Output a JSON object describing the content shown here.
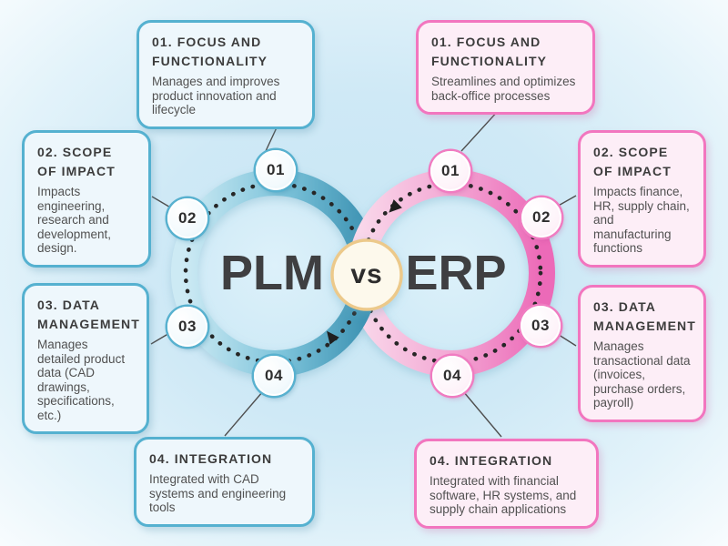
{
  "center": {
    "left_title": "PLM",
    "divider": "vs",
    "right_title": "ERP"
  },
  "colors": {
    "plm_accent": "#4da0be",
    "erp_accent": "#ee74bd",
    "vs_circle_fill": "#fdf9ec",
    "vs_circle_border": "#ecc98a",
    "background": "#cfe9f6",
    "text_dark": "#3c3c3c"
  },
  "plm": {
    "name": "PLM",
    "items": [
      {
        "num": "01",
        "heading": "01. FOCUS AND FUNCTIONALITY",
        "body": "Manages and improves product innovation and lifecycle"
      },
      {
        "num": "02",
        "heading": "02. SCOPE OF IMPACT",
        "body": "Impacts engineering, research and development, design."
      },
      {
        "num": "03",
        "heading": "03. DATA MANAGEMENT",
        "body": "Manages detailed product data (CAD drawings, specifications, etc.)"
      },
      {
        "num": "04",
        "heading": "04. INTEGRATION",
        "body": "Integrated with CAD systems and engineering tools"
      }
    ]
  },
  "erp": {
    "name": "ERP",
    "items": [
      {
        "num": "01",
        "heading": "01. FOCUS AND FUNCTIONALITY",
        "body": "Streamlines and optimizes back-office processes"
      },
      {
        "num": "02",
        "heading": "02. SCOPE OF IMPACT",
        "body": "Impacts finance, HR, supply chain, and manufacturing functions"
      },
      {
        "num": "03",
        "heading": "03. DATA MANAGEMENT",
        "body": "Manages transactional data (invoices, purchase orders, payroll)"
      },
      {
        "num": "04",
        "heading": "04. INTEGRATION",
        "body": "Integrated with financial software, HR systems, and supply chain applications"
      }
    ]
  }
}
